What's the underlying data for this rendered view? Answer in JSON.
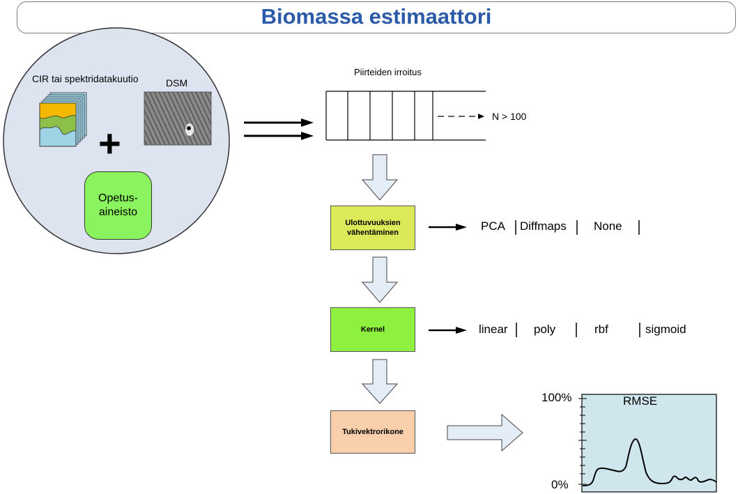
{
  "title": "Biomassa estimaattori",
  "inputs": {
    "cir_label": "CIR tai spektridatakuutio",
    "dsm_label": "DSM",
    "plus": "+",
    "training_data": "Opetus-\naineisto"
  },
  "feature_extraction": {
    "label": "Piirteiden irroitus",
    "count_label": "N > 100"
  },
  "steps": {
    "dim_reduction": "Ulottuvuuksien vähentäminen",
    "kernel": "Kernel",
    "svm": "Tukivektrorikone"
  },
  "dim_reduction_options": [
    "PCA",
    "Diffmaps",
    "None"
  ],
  "kernel_options": [
    "linear",
    "poly",
    "rbf",
    "sigmoid"
  ],
  "rmse_chart": {
    "title": "RMSE",
    "y_max_label": "100%",
    "y_min_label": "0%"
  },
  "colors": {
    "title": "#2a5aa8",
    "circle_fill": "#dde4ef",
    "training_box": "#89f45d",
    "dim_reduction_box": "#dcea5a",
    "kernel_box": "#8ef03f",
    "svm_box": "#f9cfac",
    "chart_bg": "#cfe6ec",
    "arrow_fill": "#e4ecf6"
  }
}
